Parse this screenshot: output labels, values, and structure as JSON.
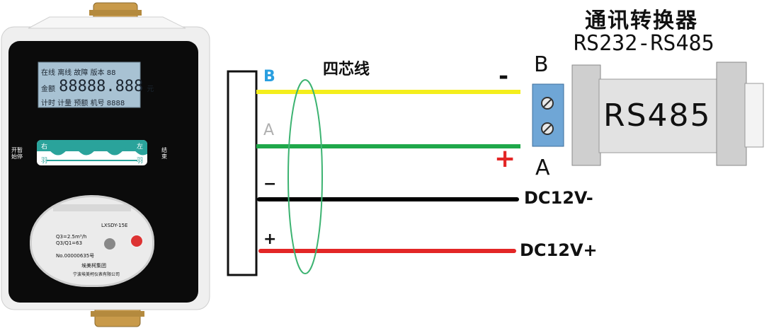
{
  "meter": {
    "lcd": {
      "status_row": [
        "在线",
        "离线",
        "故障",
        "版本",
        "88"
      ],
      "amount_label": "金额",
      "amount_value": "88888.888",
      "amount_unit": "元",
      "bottom_row": [
        "计时",
        "计量",
        "预额",
        "机号",
        "8888"
      ]
    },
    "left_labels": [
      "开暂",
      "始停"
    ],
    "right_labels": [
      "结",
      "束"
    ],
    "band_left": [
      "右",
      "羽"
    ],
    "band_right": [
      "左",
      "羽"
    ],
    "dial": {
      "model": "LXSDY-15E",
      "q3": "Q3=2.5m³/h",
      "ratio": "Q3/Q1=63",
      "serial": "No.00000635号",
      "brand": "埃美柯集团",
      "maker": "宁波埃美柯仪表有限公司"
    }
  },
  "diagram": {
    "cable_label": "四芯线",
    "terminal_labels": {
      "b": "B",
      "a": "A",
      "minus": "−",
      "plus": "+"
    },
    "wires": [
      {
        "color": "#f4ee1c",
        "label": ""
      },
      {
        "color": "#1fa84a",
        "label": ""
      },
      {
        "color": "#000000",
        "label": "DC12V-"
      },
      {
        "color": "#e32626",
        "label": "DC12V+"
      }
    ],
    "converter_title": "通讯转换器",
    "converter_subtitle": "RS232-RS485",
    "converter_label": "RS485",
    "port_b": "B",
    "port_a": "A",
    "polarity_minus": "-",
    "polarity_plus": "+",
    "colors": {
      "b_label": "#2a9fe0",
      "a_label": "#b0b0b0",
      "terminal_block": "#6fa6d6",
      "converter_body": "#dedede",
      "cable_ring": "#3cb371",
      "plus_mark": "#e32626"
    }
  }
}
